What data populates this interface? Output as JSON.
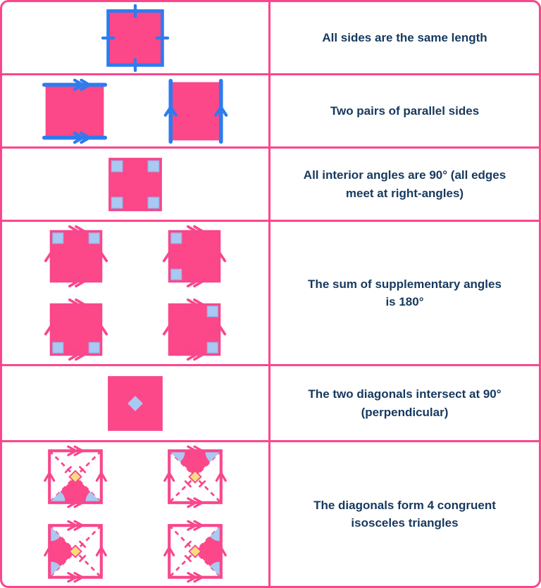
{
  "colors": {
    "pink": "#fc4788",
    "pink_line": "#f8478c",
    "blue": "#2e7bef",
    "light_blue": "#a9c9f3",
    "light_blue_border": "#90b9ee",
    "yellow": "#f9dc7d",
    "text_navy": "#16395e",
    "background": "#ffffff"
  },
  "table": {
    "rows": [
      {
        "diagram": "square-with-equal-side-ticks",
        "description": "All sides are the same length"
      },
      {
        "diagram": "squares-with-parallel-side-arrows",
        "description": "Two pairs of parallel sides"
      },
      {
        "diagram": "square-with-right-angle-corner-markers",
        "description": "All interior angles are 90° (all edges\nmeet at right-angles)"
      },
      {
        "diagram": "four-squares-supplementary-angle-pairs",
        "description": "The sum of supplementary angles\nis 180°"
      },
      {
        "diagram": "square-with-perpendicular-diagonal-marker",
        "description": "The two diagonals intersect at 90°\n(perpendicular)"
      },
      {
        "diagram": "four-squares-diagonal-isosceles-triangles",
        "description": "The diagonals form 4 congruent\nisosceles triangles"
      }
    ]
  }
}
